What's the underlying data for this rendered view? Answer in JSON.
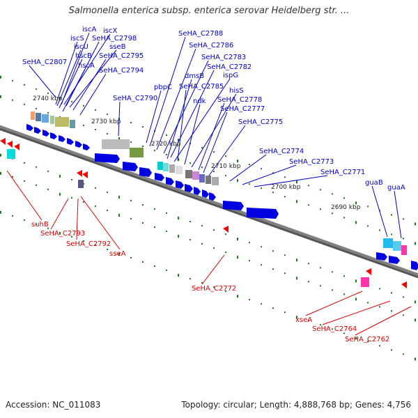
{
  "title": "Salmonella enterica subsp. enterica serovar Heidelberg str. ...",
  "footer": {
    "accession": "Accession: NC_011083",
    "summary": "Topology: circular; Length: 4,888,768 bp; Genes: 4,756"
  },
  "colors": {
    "forward_label": "#0000cc",
    "reverse_label": "#dd0000",
    "backbone": "#808080",
    "tick": "#1a7a1a",
    "forward_gene": "#0000e0",
    "reverse_gene": "#ff0000"
  },
  "scale_labels": [
    "2740 kbp",
    "2730 kbp",
    "2720 kbp",
    "2710 kbp",
    "2700 kbp",
    "2690 kbp"
  ],
  "forward_labels": [
    "iscA",
    "iscX",
    "iscS",
    "SeHA_C2798",
    "iscU",
    "sseB",
    "hscB",
    "SeHA_C2795",
    "SeHA_C2807",
    "hscA",
    "SeHA_C2794",
    "SeHA_C2790",
    "pbpC",
    "SeHA_C2788",
    "SeHA_C2786",
    "SeHA_C2783",
    "dmsB",
    "SeHA_C2782",
    "ispG",
    "SeHA_C2785",
    "ndk",
    "hisS",
    "SeHA_C2778",
    "SeHA_C2777",
    "SeHA_C2775",
    "SeHA_C2774",
    "SeHA_C2773",
    "SeHA_C2771",
    "guaB",
    "guaA"
  ],
  "reverse_labels": [
    "suhB",
    "SeHA_C2793",
    "SeHA_C2792",
    "sseA",
    "SeHA_C2772",
    "xseA",
    "SeHA_C2764",
    "SeHA_C2762"
  ]
}
